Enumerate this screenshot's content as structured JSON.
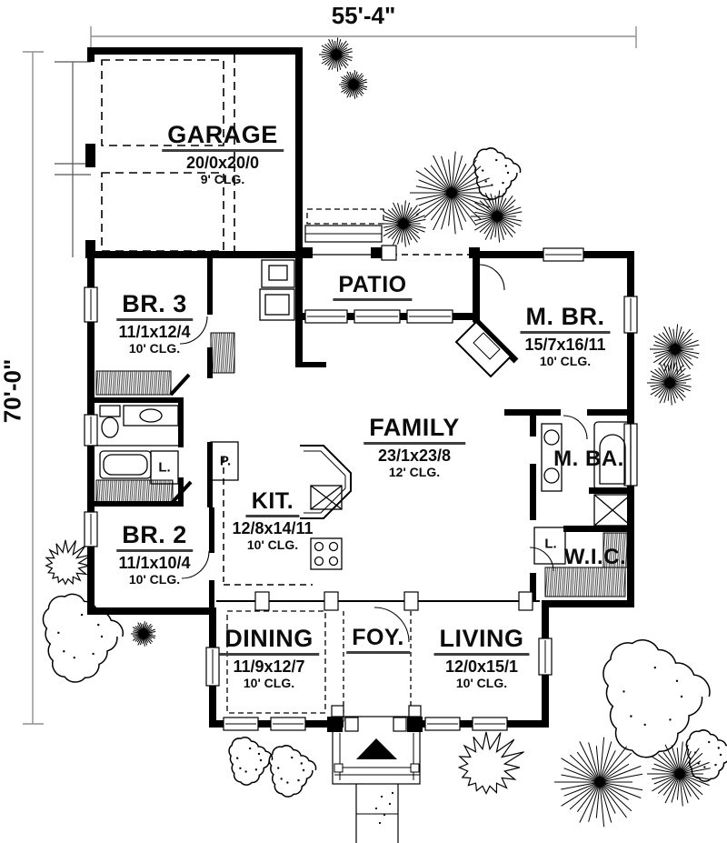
{
  "dimensions": {
    "width_label": "55'-4\"",
    "height_label": "70'-0\""
  },
  "rooms": [
    {
      "id": "garage",
      "name": "GARAGE",
      "size": "20/0x20/0",
      "ceiling": "9' CLG."
    },
    {
      "id": "patio",
      "name": "PATIO"
    },
    {
      "id": "br3",
      "name": "BR. 3",
      "size": "11/1x12/4",
      "ceiling": "10' CLG."
    },
    {
      "id": "mbr",
      "name": "M. BR.",
      "size": "15/7x16/11",
      "ceiling": "10' CLG."
    },
    {
      "id": "family",
      "name": "FAMILY",
      "size": "23/1x23/8",
      "ceiling": "12' CLG."
    },
    {
      "id": "mba",
      "name": "M. BA."
    },
    {
      "id": "kit",
      "name": "KIT.",
      "size": "12/8x14/11",
      "ceiling": "10' CLG."
    },
    {
      "id": "br2",
      "name": "BR. 2",
      "size": "11/1x10/4",
      "ceiling": "10' CLG."
    },
    {
      "id": "wic",
      "name": "W.I.C."
    },
    {
      "id": "dining",
      "name": "DINING",
      "size": "11/9x12/7",
      "ceiling": "10' CLG."
    },
    {
      "id": "foy",
      "name": "FOY."
    },
    {
      "id": "living",
      "name": "LIVING",
      "size": "12/0x15/1",
      "ceiling": "10' CLG."
    }
  ],
  "closets": [
    {
      "id": "linen-bath",
      "label": "L."
    },
    {
      "id": "pantry",
      "label": "P."
    },
    {
      "id": "linen-mba",
      "label": "L."
    }
  ],
  "colors": {
    "wall": "#000000",
    "background": "#ffffff",
    "dimension_line": "#8f8f8f"
  }
}
